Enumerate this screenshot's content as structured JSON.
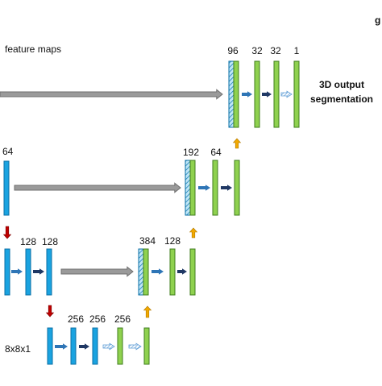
{
  "colors": {
    "blue": "#1aa3e0",
    "blue_stroke": "#0a6fa6",
    "green": "#8fd14f",
    "green_stroke": "#3f7d1d",
    "hatch_bg": "#bfe6f7",
    "gray": "#9a9a9a",
    "gray_stroke": "#6f6f6f",
    "arrow_blue": "#2e75b6",
    "arrow_navy": "#1f3864",
    "arrow_hatch": "#5b9bd5",
    "red": "#c00000",
    "orange": "#f2a900"
  },
  "text": {
    "feature_maps": "feature maps",
    "top_right_letter": "g",
    "output_line1": "3D output",
    "output_line2": "segmentation",
    "size_label": "8x8x1"
  },
  "labels": {
    "l1_96": "96",
    "l1_32a": "32",
    "l1_32b": "32",
    "l1_1": "1",
    "l2_64": "64",
    "l2_192": "192",
    "l2_64b": "64",
    "l3_128a": "128",
    "l3_128b": "128",
    "l3_384": "384",
    "l3_128c": "128",
    "l4_256a": "256",
    "l4_256b": "256",
    "l4_256c": "256"
  }
}
